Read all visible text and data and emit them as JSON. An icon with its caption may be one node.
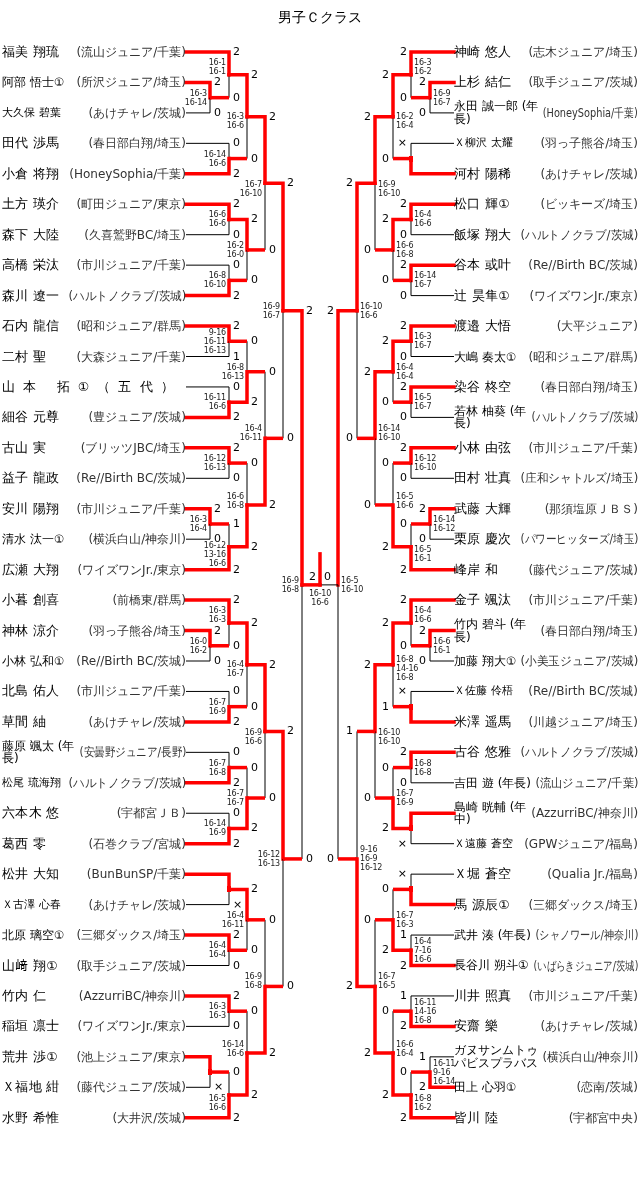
{
  "diagram": {
    "title": "男子Ｃクラス",
    "nodes": [
      {
        "text": [
          "福美 翔琉",
          "(流山ジュニア/千葉)"
        ]
      },
      {
        "text": [
          "阿部 悟士①",
          "(所沢ジュニア/埼玉)"
        ]
      },
      {
        "text": [
          "大久保 碧葉",
          "(あけチャレ/茨城)"
        ]
      },
      {
        "text": [
          "田代 渉馬",
          "(春日部白翔/埼玉)"
        ]
      },
      {
        "text": [
          "小倉 将翔",
          "(HoneySophia/千葉)"
        ]
      },
      {
        "text": [
          "土方 瑛介",
          "(町田ジュニア/東京)"
        ]
      },
      {
        "text": [
          "森下 大陸",
          "(久喜鷲野BC/埼玉)"
        ]
      },
      {
        "text": [
          "高橋 栄汰",
          "(市川ジュニア/千葉)"
        ]
      },
      {
        "text": [
          "森川 遼一",
          "(ハルトノクラブ/茨城)"
        ]
      },
      {
        "text": [
          "石内 龍信",
          "(昭和ジュニア/群馬)"
        ]
      },
      {
        "text": [
          "二村 聖",
          "(大森ジュニア/千葉)"
        ]
      },
      {
        "text": [
          "山本 拓①（五代）"
        ]
      },
      {
        "text": [
          "細谷 元尊",
          "(豊ジュニア/茨城)"
        ]
      },
      {
        "text": [
          "古山 実",
          "(ブリッツJBC/埼玉)"
        ]
      },
      {
        "text": [
          "益子 龍政",
          "(Re//Birth BC/茨城)"
        ]
      },
      {
        "text": [
          "安川 陽翔",
          "(市川ジュニア/千葉)"
        ]
      },
      {
        "text": [
          "清水 汰一①",
          "(横浜白山/神奈川)"
        ]
      },
      {
        "text": [
          "広瀬 大翔",
          "(ワイズワンJr./東京)"
        ]
      },
      {
        "text": [
          "小暮 創喜",
          "(前橋東/群馬)"
        ]
      },
      {
        "text": [
          "神林 涼介",
          "(羽っ子熊谷/埼玉)"
        ]
      },
      {
        "text": [
          "小林 弘和①",
          "(Re//Birth BC/茨城)"
        ]
      },
      {
        "text": [
          "北島 佑人",
          "(市川ジュニア/千葉)"
        ]
      },
      {
        "text": [
          "草間 紬",
          "(あけチャレ/茨城)"
        ]
      },
      {
        "text": [
          "藤原 颯太 (年長)",
          "(安曇野ジュニア/長野)"
        ]
      },
      {
        "text": [
          "松尾 琉海翔",
          "(ハルトノクラブ/茨城)"
        ]
      },
      {
        "text": [
          "六本木 悠",
          "(宇都宮ＪＢ)"
        ]
      },
      {
        "text": [
          "葛西 零",
          "(石巻クラブ/宮城)"
        ]
      },
      {
        "text": [
          "松井 大知",
          "(BunBunSP/千葉)"
        ]
      },
      {
        "text": [
          "Ｘ古澤 心春",
          "(あけチャレ/茨城)"
        ]
      },
      {
        "text": [
          "北原 璃空①",
          "(三郷ダックス/埼玉)"
        ]
      },
      {
        "text": [
          "山﨑 翔①",
          "(取手ジュニア/茨城)"
        ]
      },
      {
        "text": [
          "竹内 仁",
          "(AzzurriBC/神奈川)"
        ]
      },
      {
        "text": [
          "稲垣 凛士",
          "(ワイズワンJr./東京)"
        ]
      },
      {
        "text": [
          "荒井 渉①",
          "(池上ジュニア/東京)"
        ]
      },
      {
        "text": [
          "Ｘ福地 紺",
          "(藤代ジュニア/茨城)"
        ]
      },
      {
        "text": [
          "水野 希惟",
          "(大井沢/茨城)"
        ]
      },
      {
        "text": [
          "神崎 悠人",
          "(志木ジュニア/埼玉)"
        ]
      },
      {
        "text": [
          "上杉 結仁",
          "(取手ジュニア/茨城)"
        ]
      },
      {
        "text": [
          "永田 誠一郎 (年長)",
          "(HoneySophia/千葉)"
        ]
      },
      {
        "text": [
          "Ｘ柳沢 太耀",
          "(羽っ子熊谷/埼玉)"
        ]
      },
      {
        "text": [
          "河村 陽稀",
          "(あけチャレ/茨城)"
        ]
      },
      {
        "text": [
          "松口 輝①",
          "(ビッキーズ/埼玉)"
        ]
      },
      {
        "text": [
          "飯塚 翔大",
          "(ハルトノクラブ/茨城)"
        ]
      },
      {
        "text": [
          "谷本 或叶",
          "(Re//Birth BC/茨城)"
        ]
      },
      {
        "text": [
          "辻 昊隼①",
          "(ワイズワンJr./東京)"
        ]
      },
      {
        "text": [
          "渡邉 大悟",
          "(大平ジュニア)"
        ]
      },
      {
        "text": [
          "大嶋 奏太①",
          "(昭和ジュニア/群馬)"
        ]
      },
      {
        "text": [
          "染谷 柊空",
          "(春日部白翔/埼玉)"
        ]
      },
      {
        "text": [
          "若林 柚葵 (年長)",
          "(ハルトノクラブ/茨城)"
        ]
      },
      {
        "text": [
          "小林 由弦",
          "(市川ジュニア/千葉)"
        ]
      },
      {
        "text": [
          "田村 壮真",
          "(庄和シャトルズ/埼玉)"
        ]
      },
      {
        "text": [
          "武藤 大輝",
          "(那須塩原ＪＢＳ)"
        ]
      },
      {
        "text": [
          "栗原 慶次",
          "(パワーヒッターズ/埼玉)"
        ]
      },
      {
        "text": [
          "峰岸 和",
          "(藤代ジュニア/茨城)"
        ]
      },
      {
        "text": [
          "金子 颯汰",
          "(市川ジュニア/千葉)"
        ]
      },
      {
        "text": [
          "竹内 碧斗 (年長)",
          "(春日部白翔/埼玉)"
        ]
      },
      {
        "text": [
          "加藤 翔大①",
          "(小美玉ジュニア/茨城)"
        ]
      },
      {
        "text": [
          "Ｘ佐藤 伶梧",
          "(Re//Birth BC/茨城)"
        ]
      },
      {
        "text": [
          "米澤 遥馬",
          "(川越ジュニア/埼玉)"
        ]
      },
      {
        "text": [
          "古谷 悠雅",
          "(ハルトノクラブ/茨城)"
        ]
      },
      {
        "text": [
          "吉田 遊 (年長)",
          "(流山ジュニア/千葉)"
        ]
      },
      {
        "text": [
          "島崎 晄輔 (年中)",
          "(AzzurriBC/神奈川)"
        ]
      },
      {
        "text": [
          "Ｘ遠藤 蒼空",
          "(GPWジュニア/福島)"
        ]
      },
      {
        "text": [
          "Ｘ堀 蒼空",
          "(Qualia Jr./福島)"
        ]
      },
      {
        "text": [
          "馬 源辰①",
          "(三郷ダックス/埼玉)"
        ]
      },
      {
        "text": [
          "武井 湊 (年長)",
          "(シャノワール/神奈川)"
        ]
      },
      {
        "text": [
          "長谷川 朔斗①",
          "(いばらきジュニア/茨城)"
        ]
      },
      {
        "text": [
          "川井 照真",
          "(市川ジュニア/千葉)"
        ]
      },
      {
        "text": [
          "安齋 樂",
          "(あけチャレ/茨城)"
        ]
      },
      {
        "text": [
          "ガヌサンムトゥパビスプラバス",
          "(横浜白山/神奈川)"
        ]
      },
      {
        "text": [
          "田上 心羽①",
          "(恋南/茨城)"
        ]
      },
      {
        "text": [
          "皆川 陸",
          "(宇都宮中央)"
        ]
      },
      {
        "text": [
          "16-3 16-14"
        ]
      },
      {
        "text": [
          "16-1 16-1"
        ]
      },
      {
        "text": [
          "16-14 16-6"
        ]
      },
      {
        "text": [
          "16-3 16-6"
        ]
      },
      {
        "text": [
          "16-6 16-6"
        ]
      },
      {
        "text": [
          "16-8 16-10"
        ]
      },
      {
        "text": [
          "16-2 16-0"
        ]
      },
      {
        "text": [
          "16-7 16-10"
        ]
      },
      {
        "text": [
          "9-16 16-11 16-13"
        ]
      },
      {
        "text": [
          "16-11 16-6"
        ]
      },
      {
        "text": [
          "16-8 16-13"
        ]
      },
      {
        "text": [
          "16-12 16-13"
        ]
      },
      {
        "text": [
          "16-3 16-4"
        ]
      },
      {
        "text": [
          "16-12 13-16 16-6"
        ]
      },
      {
        "text": [
          "16-6 16-8"
        ]
      },
      {
        "text": [
          "16-4 16-11"
        ]
      },
      {
        "text": [
          "16-9 16-7"
        ]
      },
      {
        "text": [
          "16-0 16-2"
        ]
      },
      {
        "text": [
          "16-3 16-3"
        ]
      },
      {
        "text": [
          "16-7 16-9"
        ]
      },
      {
        "text": [
          "16-4 16-7"
        ]
      },
      {
        "text": [
          "16-7 16-8"
        ]
      },
      {
        "text": [
          "16-14 16-9"
        ]
      },
      {
        "text": [
          "16-7 16-7"
        ]
      },
      {
        "text": [
          "16-9 16-6"
        ]
      },
      {
        "text": [],
        "shape": "bar"
      },
      {
        "text": [
          "16-4 16-4"
        ]
      },
      {
        "text": [
          "16-4 16-11"
        ]
      },
      {
        "text": [
          "16-3 16-3"
        ]
      },
      {
        "text": [],
        "shape": "bar"
      },
      {
        "text": [
          "16-5 16-6"
        ]
      },
      {
        "text": [
          "16-14 16-6"
        ]
      },
      {
        "text": [
          "16-9 16-8"
        ]
      },
      {
        "text": [
          "16-12 16-13"
        ]
      },
      {
        "text": [
          "16-9 16-8"
        ]
      },
      {
        "text": [
          "16-9 16-7"
        ]
      },
      {
        "text": [
          "16-3 16-2"
        ]
      },
      {
        "text": [],
        "shape": "bar"
      },
      {
        "text": [
          "16-2 16-4"
        ]
      },
      {
        "text": [
          "16-4 16-6"
        ]
      },
      {
        "text": [
          "16-14 16-7"
        ]
      },
      {
        "text": [
          "16-6 16-8"
        ]
      },
      {
        "text": [
          "16-9 16-10"
        ]
      },
      {
        "text": [
          "16-3 16-7"
        ]
      },
      {
        "text": [
          "16-5 16-7"
        ]
      },
      {
        "text": [
          "16-4 16-4"
        ]
      },
      {
        "text": [
          "16-12 16-10"
        ]
      },
      {
        "text": [
          "16-14 16-12"
        ]
      },
      {
        "text": [
          "16-5 16-1"
        ]
      },
      {
        "text": [
          "16-5 16-6"
        ]
      },
      {
        "text": [
          "16-14 16-10"
        ]
      },
      {
        "text": [
          "16-10 16-6"
        ]
      },
      {
        "text": [
          "16-6 16-1"
        ]
      },
      {
        "text": [
          "16-4 16-6"
        ]
      },
      {
        "text": [],
        "shape": "bar"
      },
      {
        "text": [
          "16-8 14-16 16-8"
        ]
      },
      {
        "text": [
          "16-8 16-8"
        ]
      },
      {
        "text": [],
        "shape": "bar"
      },
      {
        "text": [
          "16-7 16-9"
        ]
      },
      {
        "text": [
          "16-10 16-10"
        ]
      },
      {
        "text": [],
        "shape": "bar"
      },
      {
        "text": [
          "16-4 7-16 16-6"
        ]
      },
      {
        "text": [
          "16-7 16-3"
        ]
      },
      {
        "text": [
          "16-11 14-16 16-8"
        ]
      },
      {
        "text": [
          "16-11 9-16 16-14"
        ]
      },
      {
        "text": [
          "16-8 16-2"
        ]
      },
      {
        "text": [
          "16-6 16-4"
        ]
      },
      {
        "text": [
          "16-7 16-5"
        ]
      },
      {
        "text": [
          "9-16 16-9 16-12"
        ]
      },
      {
        "text": [
          "16-5 16-10"
        ]
      },
      {
        "text": [
          "16-10 16-6"
        ]
      }
    ],
    "edges": [
      {
        "from": 1,
        "to": 72,
        "arrow": "none",
        "label": "2"
      },
      {
        "from": 2,
        "to": 72,
        "arrow": "none",
        "label": "0",
        "color": "#000000"
      },
      {
        "from": 0,
        "to": 73,
        "arrow": "none",
        "label": "2"
      },
      {
        "from": 72,
        "to": 73,
        "arrow": "none",
        "label": "0",
        "color": "#000000"
      },
      {
        "from": 3,
        "to": 74,
        "arrow": "none",
        "label": "0",
        "color": "#000000"
      },
      {
        "from": 4,
        "to": 74,
        "arrow": "none",
        "label": "2"
      },
      {
        "from": 73,
        "to": 75,
        "arrow": "none",
        "label": "2"
      },
      {
        "from": 74,
        "to": 75,
        "arrow": "none",
        "label": "0",
        "color": "#000000"
      },
      {
        "from": 5,
        "to": 76,
        "arrow": "none",
        "label": "2"
      },
      {
        "from": 6,
        "to": 76,
        "arrow": "none",
        "label": "0",
        "color": "#000000"
      },
      {
        "from": 7,
        "to": 77,
        "arrow": "none",
        "label": "0",
        "color": "#000000"
      },
      {
        "from": 8,
        "to": 77,
        "arrow": "none",
        "label": "2"
      },
      {
        "from": 76,
        "to": 78,
        "arrow": "none",
        "label": "2"
      },
      {
        "from": 77,
        "to": 78,
        "arrow": "none",
        "label": "0",
        "color": "#000000"
      },
      {
        "from": 75,
        "to": 79,
        "arrow": "none",
        "label": "2"
      },
      {
        "from": 78,
        "to": 79,
        "arrow": "none",
        "label": "0",
        "color": "#000000"
      },
      {
        "from": 9,
        "to": 80,
        "arrow": "none",
        "label": "2"
      },
      {
        "from": 10,
        "to": 80,
        "arrow": "none",
        "label": "1",
        "color": "#000000"
      },
      {
        "from": 11,
        "to": 81,
        "arrow": "none",
        "label": "0",
        "color": "#000000"
      },
      {
        "from": 12,
        "to": 81,
        "arrow": "none",
        "label": "2"
      },
      {
        "from": 80,
        "to": 82,
        "arrow": "none",
        "label": "0",
        "color": "#000000"
      },
      {
        "from": 81,
        "to": 82,
        "arrow": "none",
        "label": "2"
      },
      {
        "from": 13,
        "to": 83,
        "arrow": "none",
        "label": "2"
      },
      {
        "from": 14,
        "to": 83,
        "arrow": "none",
        "label": "0",
        "color": "#000000"
      },
      {
        "from": 15,
        "to": 84,
        "arrow": "none",
        "label": "2"
      },
      {
        "from": 16,
        "to": 84,
        "arrow": "none",
        "label": "0",
        "color": "#000000"
      },
      {
        "from": 84,
        "to": 85,
        "arrow": "none",
        "label": "1",
        "color": "#000000"
      },
      {
        "from": 17,
        "to": 85,
        "arrow": "none",
        "label": "2"
      },
      {
        "from": 83,
        "to": 86,
        "arrow": "none",
        "label": "0",
        "color": "#000000"
      },
      {
        "from": 85,
        "to": 86,
        "arrow": "none",
        "label": "2"
      },
      {
        "from": 82,
        "to": 87,
        "arrow": "none",
        "label": "0",
        "color": "#000000"
      },
      {
        "from": 86,
        "to": 87,
        "arrow": "none",
        "label": "2"
      },
      {
        "from": 79,
        "to": 88,
        "arrow": "none",
        "label": "2"
      },
      {
        "from": 87,
        "to": 88,
        "arrow": "none",
        "label": "0",
        "color": "#000000"
      },
      {
        "from": 19,
        "to": 89,
        "arrow": "none",
        "label": "2"
      },
      {
        "from": 20,
        "to": 89,
        "arrow": "none",
        "label": "0",
        "color": "#000000"
      },
      {
        "from": 18,
        "to": 90,
        "arrow": "none",
        "label": "2"
      },
      {
        "from": 89,
        "to": 90,
        "arrow": "none",
        "label": "0",
        "color": "#000000"
      },
      {
        "from": 21,
        "to": 91,
        "arrow": "none",
        "label": "0",
        "color": "#000000"
      },
      {
        "from": 22,
        "to": 91,
        "arrow": "none",
        "label": "2"
      },
      {
        "from": 90,
        "to": 92,
        "arrow": "none",
        "label": "2"
      },
      {
        "from": 91,
        "to": 92,
        "arrow": "none",
        "label": "0",
        "color": "#000000"
      },
      {
        "from": 23,
        "to": 93,
        "arrow": "none",
        "label": "0",
        "color": "#000000"
      },
      {
        "from": 24,
        "to": 93,
        "arrow": "none",
        "label": "2"
      },
      {
        "from": 25,
        "to": 94,
        "arrow": "none",
        "label": "0",
        "color": "#000000"
      },
      {
        "from": 26,
        "to": 94,
        "arrow": "none",
        "label": "2"
      },
      {
        "from": 93,
        "to": 95,
        "arrow": "none",
        "label": "0",
        "color": "#000000"
      },
      {
        "from": 94,
        "to": 95,
        "arrow": "none",
        "label": "2"
      },
      {
        "from": 92,
        "to": 96,
        "arrow": "none",
        "label": "2"
      },
      {
        "from": 95,
        "to": 96,
        "arrow": "none",
        "label": "0",
        "color": "#000000"
      },
      {
        "from": 27,
        "to": 97,
        "arrow": "none"
      },
      {
        "from": 28,
        "to": 97,
        "arrow": "none",
        "label": "×",
        "color": "#000000"
      },
      {
        "from": 29,
        "to": 98,
        "arrow": "none",
        "label": "2"
      },
      {
        "from": 30,
        "to": 98,
        "arrow": "none",
        "label": "0",
        "color": "#000000"
      },
      {
        "from": 97,
        "to": 99,
        "arrow": "none",
        "label": "2"
      },
      {
        "from": 98,
        "to": 99,
        "arrow": "none",
        "label": "0",
        "color": "#000000"
      },
      {
        "from": 31,
        "to": 100,
        "arrow": "none",
        "label": "2"
      },
      {
        "from": 32,
        "to": 100,
        "arrow": "none",
        "label": "0",
        "color": "#000000"
      },
      {
        "from": 33,
        "to": 101,
        "arrow": "none"
      },
      {
        "from": 34,
        "to": 101,
        "arrow": "none",
        "label": "×",
        "color": "#000000"
      },
      {
        "from": 101,
        "to": 102,
        "arrow": "none",
        "label": "0",
        "color": "#000000"
      },
      {
        "from": 35,
        "to": 102,
        "arrow": "none",
        "label": "2"
      },
      {
        "from": 100,
        "to": 103,
        "arrow": "none",
        "label": "0",
        "color": "#000000"
      },
      {
        "from": 102,
        "to": 103,
        "arrow": "none",
        "label": "2"
      },
      {
        "from": 99,
        "to": 104,
        "arrow": "none",
        "label": "0",
        "color": "#000000"
      },
      {
        "from": 103,
        "to": 104,
        "arrow": "none",
        "label": "2"
      },
      {
        "from": 96,
        "to": 105,
        "arrow": "none",
        "label": "2"
      },
      {
        "from": 104,
        "to": 105,
        "arrow": "none",
        "label": "0",
        "color": "#000000"
      },
      {
        "from": 88,
        "to": 106,
        "arrow": "none",
        "label": "2"
      },
      {
        "from": 105,
        "to": 106,
        "arrow": "none",
        "label": "0",
        "color": "#000000"
      },
      {
        "from": 37,
        "to": 107,
        "arrow": "none",
        "label": "2"
      },
      {
        "from": 38,
        "to": 107,
        "arrow": "none",
        "label": "0",
        "color": "#000000"
      },
      {
        "from": 36,
        "to": 108,
        "arrow": "none",
        "label": "2"
      },
      {
        "from": 107,
        "to": 108,
        "arrow": "none",
        "label": "0",
        "color": "#000000"
      },
      {
        "from": 39,
        "to": 109,
        "arrow": "none",
        "label": "×",
        "color": "#000000"
      },
      {
        "from": 40,
        "to": 109,
        "arrow": "none"
      },
      {
        "from": 108,
        "to": 110,
        "arrow": "none",
        "label": "2"
      },
      {
        "from": 109,
        "to": 110,
        "arrow": "none",
        "label": "0",
        "color": "#000000"
      },
      {
        "from": 41,
        "to": 111,
        "arrow": "none",
        "label": "2"
      },
      {
        "from": 42,
        "to": 111,
        "arrow": "none",
        "label": "0",
        "color": "#000000"
      },
      {
        "from": 43,
        "to": 112,
        "arrow": "none",
        "label": "2"
      },
      {
        "from": 44,
        "to": 112,
        "arrow": "none",
        "label": "0",
        "color": "#000000"
      },
      {
        "from": 111,
        "to": 113,
        "arrow": "none",
        "label": "2"
      },
      {
        "from": 112,
        "to": 113,
        "arrow": "none",
        "label": "0",
        "color": "#000000"
      },
      {
        "from": 110,
        "to": 114,
        "arrow": "none",
        "label": "2"
      },
      {
        "from": 113,
        "to": 114,
        "arrow": "none",
        "label": "0",
        "color": "#000000"
      },
      {
        "from": 45,
        "to": 115,
        "arrow": "none",
        "label": "2"
      },
      {
        "from": 46,
        "to": 115,
        "arrow": "none",
        "label": "0",
        "color": "#000000"
      },
      {
        "from": 47,
        "to": 116,
        "arrow": "none",
        "label": "2"
      },
      {
        "from": 48,
        "to": 116,
        "arrow": "none",
        "label": "0",
        "color": "#000000"
      },
      {
        "from": 115,
        "to": 117,
        "arrow": "none",
        "label": "2"
      },
      {
        "from": 116,
        "to": 117,
        "arrow": "none",
        "label": "0",
        "color": "#000000"
      },
      {
        "from": 49,
        "to": 118,
        "arrow": "none",
        "label": "2"
      },
      {
        "from": 50,
        "to": 118,
        "arrow": "none",
        "label": "0",
        "color": "#000000"
      },
      {
        "from": 51,
        "to": 119,
        "arrow": "none",
        "label": "2"
      },
      {
        "from": 52,
        "to": 119,
        "arrow": "none",
        "label": "0",
        "color": "#000000"
      },
      {
        "from": 119,
        "to": 120,
        "arrow": "none",
        "label": "0",
        "color": "#000000"
      },
      {
        "from": 53,
        "to": 120,
        "arrow": "none",
        "label": "2"
      },
      {
        "from": 118,
        "to": 121,
        "arrow": "none",
        "label": "0",
        "color": "#000000"
      },
      {
        "from": 120,
        "to": 121,
        "arrow": "none",
        "label": "2"
      },
      {
        "from": 117,
        "to": 122,
        "arrow": "none",
        "label": "2"
      },
      {
        "from": 121,
        "to": 122,
        "arrow": "none",
        "label": "0",
        "color": "#000000"
      },
      {
        "from": 114,
        "to": 123,
        "arrow": "none",
        "label": "2"
      },
      {
        "from": 122,
        "to": 123,
        "arrow": "none",
        "label": "0",
        "color": "#000000"
      },
      {
        "from": 55,
        "to": 124,
        "arrow": "none",
        "label": "2"
      },
      {
        "from": 56,
        "to": 124,
        "arrow": "none",
        "label": "0",
        "color": "#000000"
      },
      {
        "from": 54,
        "to": 125,
        "arrow": "none",
        "label": "2"
      },
      {
        "from": 124,
        "to": 125,
        "arrow": "none",
        "label": "0",
        "color": "#000000"
      },
      {
        "from": 57,
        "to": 126,
        "arrow": "none",
        "label": "×",
        "color": "#000000"
      },
      {
        "from": 58,
        "to": 126,
        "arrow": "none"
      },
      {
        "from": 125,
        "to": 127,
        "arrow": "none",
        "label": "2"
      },
      {
        "from": 126,
        "to": 127,
        "arrow": "none",
        "label": "1",
        "color": "#000000"
      },
      {
        "from": 59,
        "to": 128,
        "arrow": "none",
        "label": "2"
      },
      {
        "from": 60,
        "to": 128,
        "arrow": "none",
        "label": "0",
        "color": "#000000"
      },
      {
        "from": 61,
        "to": 129,
        "arrow": "none"
      },
      {
        "from": 62,
        "to": 129,
        "arrow": "none",
        "label": "×",
        "color": "#000000"
      },
      {
        "from": 128,
        "to": 130,
        "arrow": "none",
        "label": "0",
        "color": "#000000"
      },
      {
        "from": 129,
        "to": 130,
        "arrow": "none",
        "label": "2"
      },
      {
        "from": 127,
        "to": 131,
        "arrow": "none",
        "label": "2"
      },
      {
        "from": 130,
        "to": 131,
        "arrow": "none",
        "label": "0",
        "color": "#000000"
      },
      {
        "from": 63,
        "to": 132,
        "arrow": "none",
        "label": "×",
        "color": "#000000"
      },
      {
        "from": 64,
        "to": 132,
        "arrow": "none"
      },
      {
        "from": 65,
        "to": 133,
        "arrow": "none",
        "label": "1",
        "color": "#000000"
      },
      {
        "from": 66,
        "to": 133,
        "arrow": "none",
        "label": "2"
      },
      {
        "from": 132,
        "to": 134,
        "arrow": "none",
        "label": "0",
        "color": "#000000"
      },
      {
        "from": 133,
        "to": 134,
        "arrow": "none",
        "label": "2"
      },
      {
        "from": 67,
        "to": 135,
        "arrow": "none",
        "label": "1",
        "color": "#000000"
      },
      {
        "from": 68,
        "to": 135,
        "arrow": "none",
        "label": "2"
      },
      {
        "from": 69,
        "to": 136,
        "arrow": "none",
        "label": "1",
        "color": "#000000"
      },
      {
        "from": 70,
        "to": 136,
        "arrow": "none",
        "label": "2"
      },
      {
        "from": 136,
        "to": 137,
        "arrow": "none",
        "label": "0",
        "color": "#000000"
      },
      {
        "from": 71,
        "to": 137,
        "arrow": "none",
        "label": "2"
      },
      {
        "from": 135,
        "to": 138,
        "arrow": "none",
        "label": "0",
        "color": "#000000"
      },
      {
        "from": 137,
        "to": 138,
        "arrow": "none",
        "label": "2"
      },
      {
        "from": 134,
        "to": 139,
        "arrow": "none",
        "label": "0",
        "color": "#000000"
      },
      {
        "from": 138,
        "to": 139,
        "arrow": "none",
        "label": "2"
      },
      {
        "from": 131,
        "to": 140,
        "arrow": "none",
        "label": "1",
        "color": "#000000"
      },
      {
        "from": 139,
        "to": 140,
        "arrow": "none",
        "label": "2"
      },
      {
        "from": 123,
        "to": 141,
        "arrow": "none",
        "label": "2"
      },
      {
        "from": 140,
        "to": 141,
        "arrow": "none",
        "label": "0",
        "color": "#000000"
      },
      {
        "from": 106,
        "to": 142,
        "arrow": "none",
        "label": "2"
      },
      {
        "from": 141,
        "to": 142,
        "arrow": "none",
        "label": "0",
        "color": "#000000"
      },
      {
        "from": 142,
        "to": null,
        "arrow": "none"
      }
    ]
  }
}
